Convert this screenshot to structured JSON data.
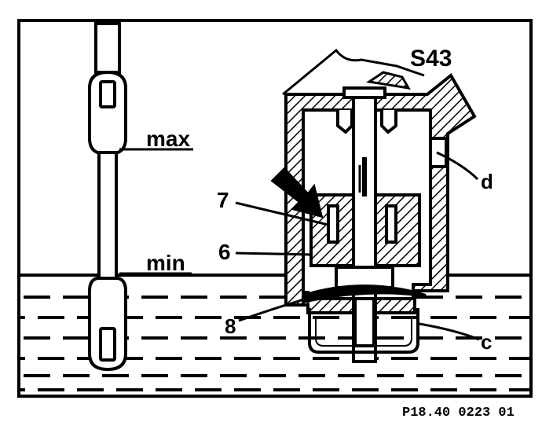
{
  "labels": {
    "max": "max",
    "min": "min",
    "part_7": "7",
    "part_6": "6",
    "part_8": "8",
    "tool": "S43",
    "d": "d",
    "c": "c"
  },
  "figure_code": "P18.40 0223 01",
  "colors": {
    "ink": "#000000",
    "paper": "#ffffff"
  }
}
